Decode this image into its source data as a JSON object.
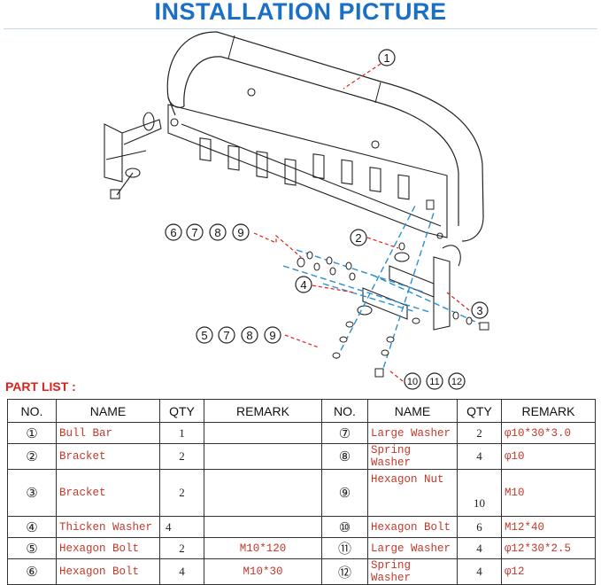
{
  "title": "INSTALLATION PICTURE",
  "callouts": {
    "c1": "1",
    "c2": "2",
    "c3": "3",
    "c4": "4",
    "c6789": [
      "6",
      "7",
      "8",
      "9"
    ],
    "c5789": [
      "5",
      "7",
      "8",
      "9"
    ],
    "c101112": [
      "10",
      "11",
      "12"
    ]
  },
  "part_list_label": "PART LIST :",
  "headers": [
    "NO.",
    "NAME",
    "QTY",
    "REMARK",
    "NO.",
    "NAME",
    "QTY",
    "REMARK"
  ],
  "rows": [
    {
      "l": {
        "no": "①",
        "name": "Bull Bar",
        "qty": "1",
        "remark": ""
      },
      "r": {
        "no": "⑦",
        "name": "Large Washer",
        "qty": "2",
        "remark": "φ10*30*3.0"
      }
    },
    {
      "l": {
        "no": "②",
        "name": "Bracket",
        "qty": "2",
        "remark": ""
      },
      "r": {
        "no": "⑧",
        "name": "Spring Washer",
        "qty": "4",
        "remark": "φ10"
      }
    },
    {
      "l": {
        "no": "③",
        "name": "Bracket",
        "qty": "2",
        "remark": ""
      },
      "r": {
        "no": "⑨",
        "name": "Hexagon Nut",
        "qty": "10",
        "remark": "M10"
      }
    },
    {
      "l": {
        "no": "④",
        "name": "Thicken Washer",
        "qty": "4",
        "remark": ""
      },
      "r": {
        "no": "⑩",
        "name": "Hexagon Bolt",
        "qty": "6",
        "remark": "M12*40"
      }
    },
    {
      "l": {
        "no": "⑤",
        "name": "Hexagon Bolt",
        "qty": "2",
        "remark": "M10*120"
      },
      "r": {
        "no": "⑪",
        "name": "Large Washer",
        "qty": "4",
        "remark": "φ12*30*2.5"
      }
    },
    {
      "l": {
        "no": "⑥",
        "name": "Hexagon Bolt",
        "qty": "4",
        "remark": "M10*30"
      },
      "r": {
        "no": "⑫",
        "name": "Spring Washer",
        "qty": "4",
        "remark": "φ12"
      }
    }
  ]
}
